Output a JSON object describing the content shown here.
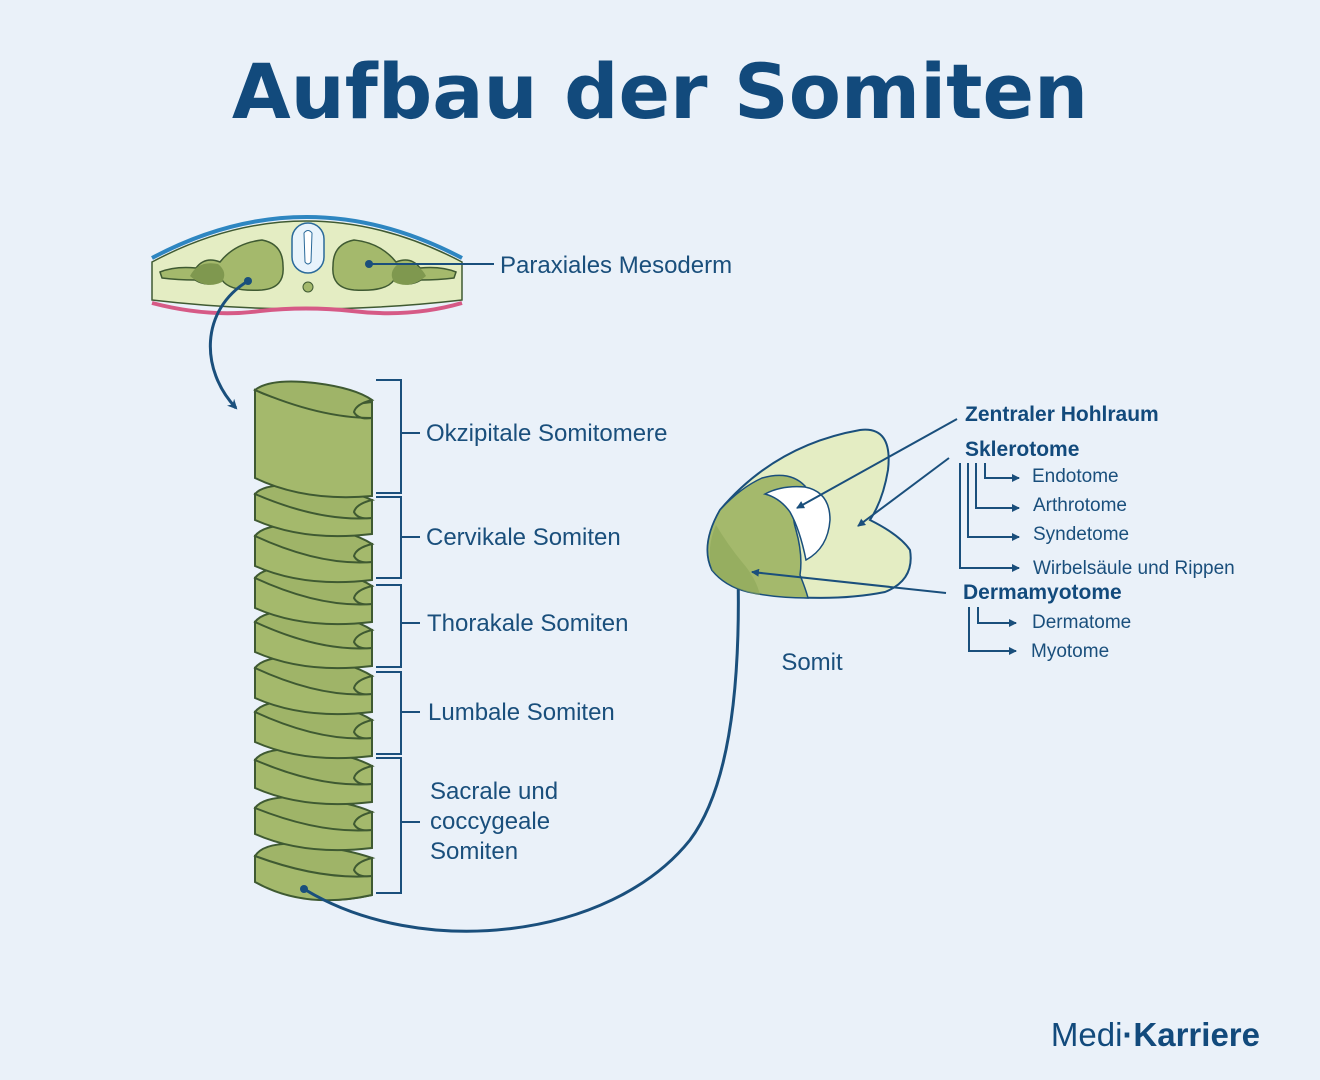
{
  "title": "Aufbau der Somiten",
  "labels": {
    "paraxial": "Paraxiales Mesoderm",
    "okzipital": "Okzipitale Somitomere",
    "cervikal": "Cervikale Somiten",
    "thorakal": "Thorakale Somiten",
    "lumbal": "Lumbale Somiten",
    "sacral_1": "Sacrale und",
    "sacral_2": "coccygeale",
    "sacral_3": "Somiten",
    "somit": "Somit",
    "zentral": "Zentraler Hohlraum",
    "sklerotome": "Sklerotome",
    "endotome": "Endotome",
    "arthrotome": "Arthrotome",
    "syndetome": "Syndetome",
    "wirbel": "Wirbelsäule und Rippen",
    "dermamyotome": "Dermamyotome",
    "dermatome": "Dermatome",
    "myotome": "Myotome"
  },
  "logo": {
    "part1": "Medi",
    "dot": "·",
    "part2": "Karriere"
  },
  "colors": {
    "title": "#124a7c",
    "background": "#eaf1f9",
    "segment_green": "#a4b96c",
    "light_green": "#e4edc3",
    "dark_green": "#7f984f",
    "ectoderm_blue": "#2e86c1",
    "endoderm_pink": "#d65a86"
  }
}
